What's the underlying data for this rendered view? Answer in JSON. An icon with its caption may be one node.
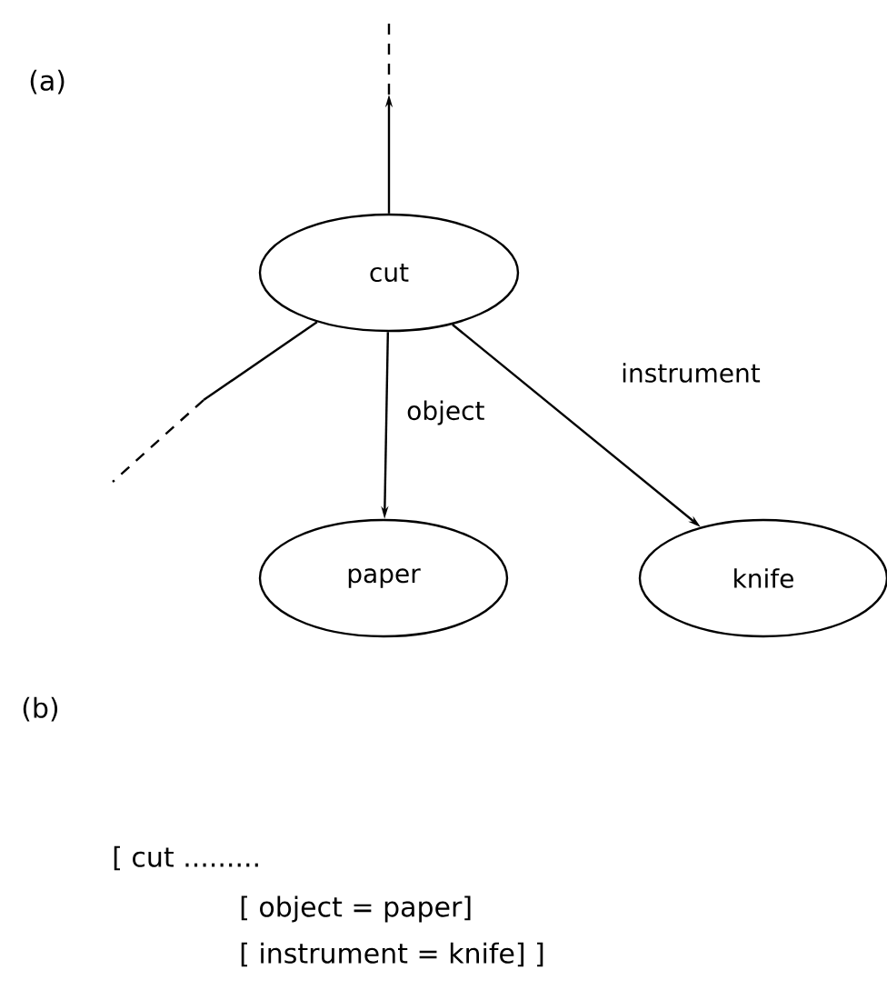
{
  "diagram": {
    "nodes": [
      {
        "text": [
          "cut"
        ]
      },
      {
        "text": [
          "paper"
        ]
      },
      {
        "text": [
          "knife"
        ]
      }
    ],
    "edges": [
      {
        "from": 0,
        "to": null,
        "arrow": "to"
      },
      {
        "from": 0,
        "to": null,
        "arrow": "none"
      },
      {
        "from": 0,
        "to": 1,
        "arrow": "to",
        "label": "object"
      },
      {
        "from": 0,
        "to": 2,
        "arrow": "to",
        "label": "instrument"
      }
    ],
    "labels": [
      "(a)",
      "(b)",
      "[ cut .........",
      "[ object = paper]",
      "[ instrument = knife] ]"
    ]
  }
}
